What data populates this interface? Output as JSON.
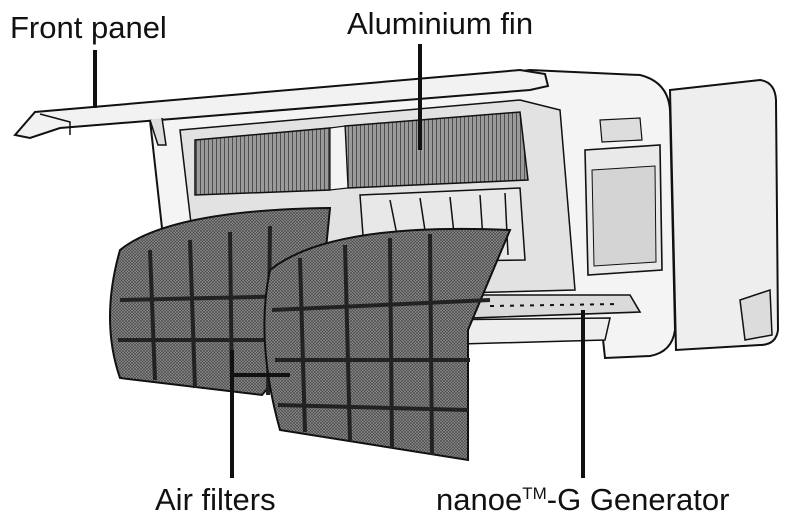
{
  "labels": {
    "front_panel": "Front panel",
    "aluminium_fin": "Aluminium fin",
    "air_filters": "Air filters",
    "nanoe_prefix": "nanoe",
    "nanoe_tm": "TM",
    "nanoe_suffix": "-G Generator"
  },
  "colors": {
    "line": "#111111",
    "panel_fill": "#f2f2f2",
    "fin_fill": "#7a7a7a",
    "filter_fill": "#6e6e6e"
  }
}
